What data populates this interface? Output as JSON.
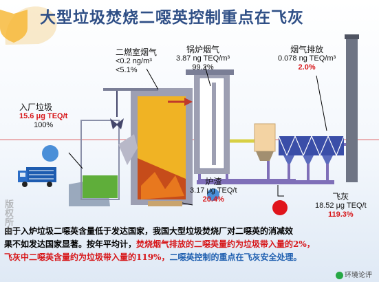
{
  "title": "大型垃圾焚烧二噁英控制重点在飞灰",
  "labels": {
    "incoming_waste": {
      "name": "入厂垃圾",
      "value": "15.6 μg TEQ/t",
      "percent": "100%"
    },
    "secondary_chamber_gas": {
      "name": "二燃室烟气",
      "line1": "<0.2 ng/m³",
      "line2": "<5.1%"
    },
    "boiler_gas": {
      "name": "锅炉烟气",
      "line1": "3.87 ng TEQ/m³",
      "line2": "99.2%"
    },
    "stack_emission": {
      "name": "烟气排放",
      "line1": "0.078 ng TEQ/m³",
      "percent": "2.0%"
    },
    "bottom_ash": {
      "name": "炉渣",
      "line1": "3.17 μg TEQ/t",
      "percent": "20.4%"
    },
    "fly_ash": {
      "name": "飞灰",
      "line1": "18.52 μg TEQ/t",
      "percent": "119.3%"
    }
  },
  "bottom_text": {
    "line1": "由于入炉垃圾二噁英含量低于发达国家，我国大型垃圾焚烧厂对二噁英的消减效",
    "line2_a": "果不如发达国家显著。按年平均计，",
    "line2_b": "焚烧烟气排放的二噁英量约为垃圾带入量的2%，",
    "line3_a": "飞灰中二噁英含量约为垃圾带入量的119%，",
    "line3_b": "二噁英控制的重点在飞灰安全处理。"
  },
  "watermark_left": "版权所有",
  "watermark_right": "环境论评",
  "colors": {
    "title": "#2f4f86",
    "accent_red": "#d71518",
    "pipe": "#7f6fb8",
    "marker_blue": "#4a8fd8",
    "marker_red": "#e0141b"
  }
}
